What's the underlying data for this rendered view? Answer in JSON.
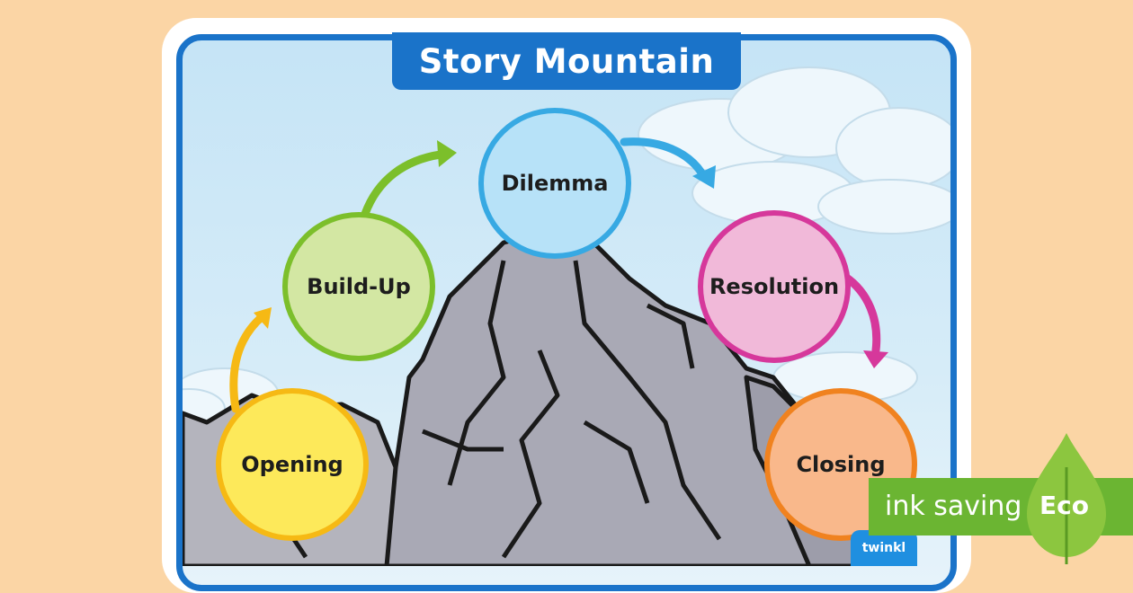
{
  "title": "Story Mountain",
  "stages": {
    "opening": "Opening",
    "buildup": "Build-Up",
    "dilemma": "Dilemma",
    "resolution": "Resolution",
    "closing": "Closing"
  },
  "badge": {
    "eco_text": "ink saving",
    "eco_label": "Eco"
  },
  "brand": "twinkl",
  "colors": {
    "frame": "#1a73c9",
    "opening": "#fde95a",
    "buildup": "#d3e7a3",
    "dilemma": "#b7e2f8",
    "resolution": "#f1b9d9",
    "closing": "#f9b88b",
    "mountain": "#a9a9b5",
    "eco": "#6bb532"
  }
}
